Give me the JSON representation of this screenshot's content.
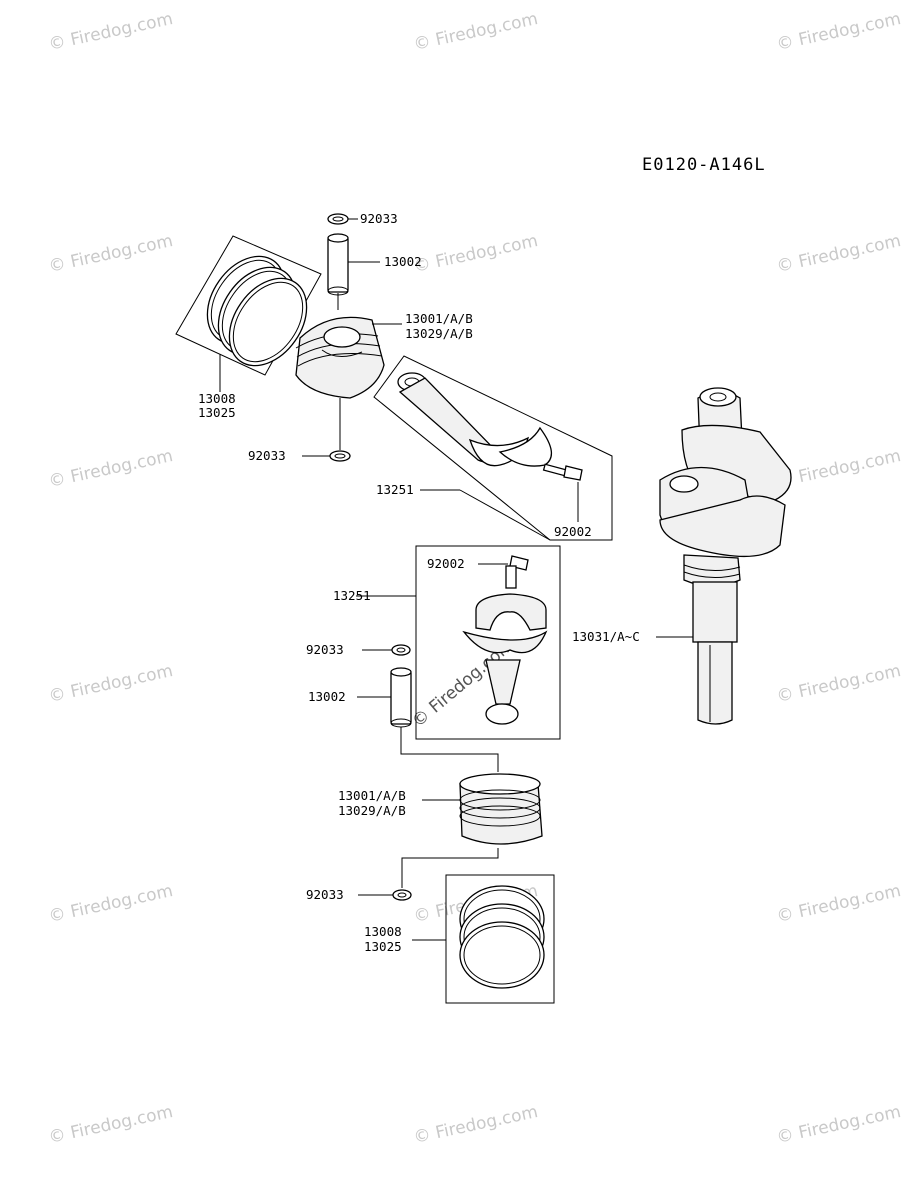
{
  "diagram": {
    "code": "E0120-A146L",
    "watermark": "© Firedog.com",
    "labels": {
      "upper_circlip": "92033",
      "upper_pin": "13002",
      "upper_piston_a": "13001/A/B",
      "upper_piston_b": "13029/A/B",
      "upper_rings_a": "13008",
      "upper_rings_b": "13025",
      "upper_lower_circlip": "92033",
      "upper_rod": "13251",
      "upper_bolt": "92002",
      "lower_bolt": "92002",
      "lower_rod": "13251",
      "lower_circlip_top": "92033",
      "lower_pin": "13002",
      "crankshaft": "13031/A~C",
      "lower_piston_a": "13001/A/B",
      "lower_piston_b": "13029/A/B",
      "lower_circlip_bottom": "92033",
      "lower_rings_a": "13008",
      "lower_rings_b": "13025"
    }
  }
}
